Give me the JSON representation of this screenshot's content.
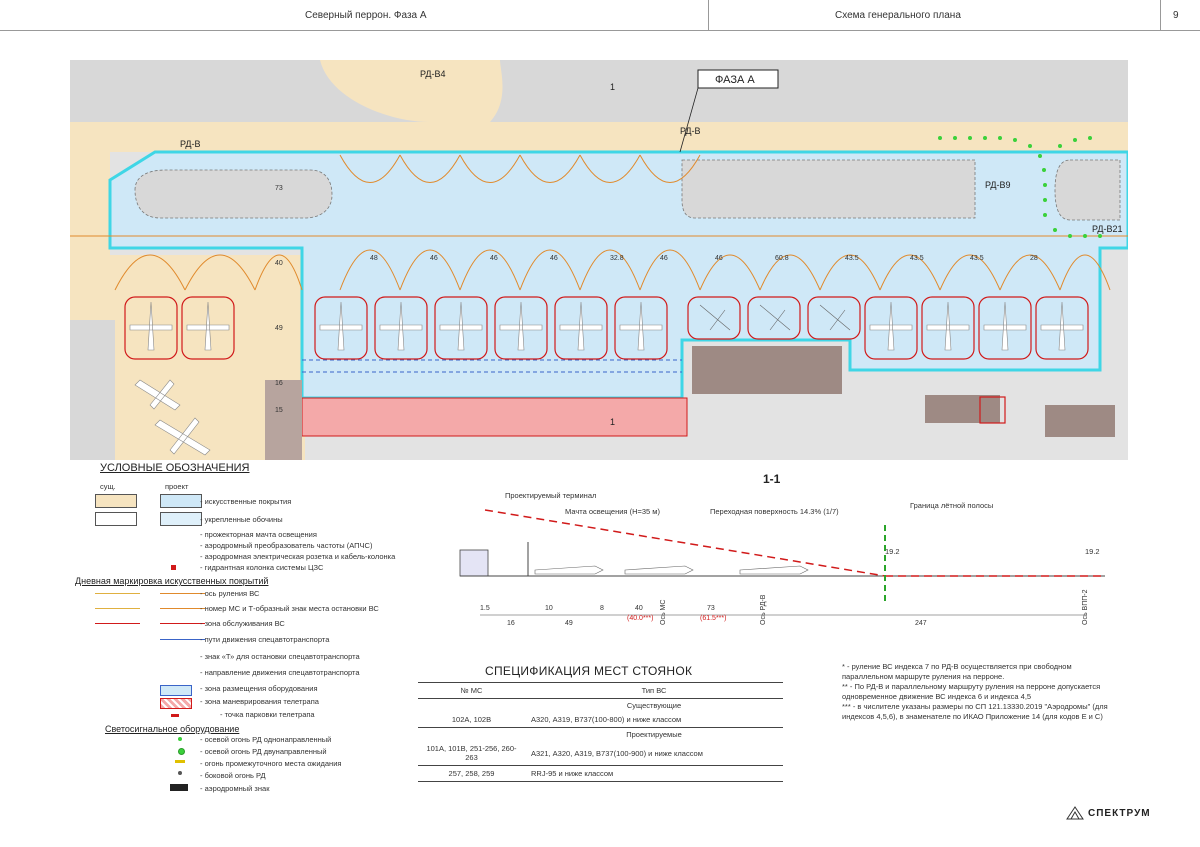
{
  "header": {
    "left": "Северный перрон. Фаза А",
    "center": "Схема генерального плана",
    "page": "9"
  },
  "plan": {
    "phase_label": "ФАЗА А",
    "taxi_labels": {
      "rdv4": "РД-В4",
      "rdv_left": "РД-В",
      "rdv_center": "РД-В",
      "rdv9": "РД-В9",
      "rdv21": "РД-В21"
    },
    "section_mark": "1",
    "dims_top": [
      "48",
      "46",
      "46",
      "46",
      "32.8",
      "46",
      "46",
      "60.8",
      "43.5",
      "43.5",
      "43.5",
      "28"
    ],
    "dims_side": [
      "73",
      "40",
      "49",
      "16",
      "15"
    ]
  },
  "legend": {
    "title": "УСЛОВНЫЕ ОБОЗНАЧЕНИЯ",
    "col_existing": "сущ.",
    "col_project": "проект",
    "rows": [
      "- искусственные покрытия",
      "- укрепленные обочины",
      "- прожекторная мачта освещения",
      "- аэродромный преобразователь частоты (АПЧС)",
      "- аэродромная электрическая розетка и кабель-колонка",
      "- гидрантная колонка системы ЦЗС"
    ],
    "marking_title": "Дневная маркировка искусственных покрытий",
    "marking_rows": [
      "- ось руления ВС",
      "- номер МС и Т-образный знак места остановки ВС",
      "- зона обслуживания ВС",
      "- пути движения спецавтотранспорта",
      "- знак «Т» для остановки спецавтотранспорта",
      "- направление движения спецавтотранспорта",
      "- зона размещения оборудования",
      "- зона маневрирования телетрапа",
      "- точка парковки телетрапа"
    ],
    "lights_title": "Светосигнальное оборудование",
    "lights_rows": [
      "- осевой огонь РД однонаправленный",
      "- осевой огонь РД двунаправленный",
      "- огонь промежуточного места ожидания",
      "- боковой огонь РД",
      "- аэродромный знак"
    ]
  },
  "section": {
    "title": "1-1",
    "labels": {
      "terminal": "Проектируемый терминал",
      "mast": "Мачта освещения (Н=35 м)",
      "surface": "Переходная поверхность 14.3% (1/7)",
      "strip": "Граница лётной полосы"
    },
    "values": [
      "19.2",
      "19.2"
    ],
    "axes": [
      "Ось МС",
      "Ось РД-В",
      "Ось ВПП-2"
    ],
    "dims": [
      "1.5",
      "16",
      "10",
      "49",
      "8",
      "40",
      "(40.0***)",
      "73",
      "(61.5***)",
      "247"
    ]
  },
  "spec": {
    "title": "СПЕЦИФИКАЦИЯ МЕСТ СТОЯНОК",
    "col1": "№ МС",
    "col2": "Тип ВС",
    "group_existing": "Существующие",
    "group_project": "Проектируемые",
    "rows": [
      {
        "ms": "102А, 102В",
        "type": "А320, А319, В737(100-800) и ниже классом"
      },
      {
        "ms": "101А, 101В, 251-256, 260-263",
        "type": "А321, А320, А319, В737(100-900) и ниже классом"
      },
      {
        "ms": "257, 258, 259",
        "type": "RRJ-95 и ниже классом"
      }
    ]
  },
  "notes": {
    "n1": "* - руление ВС индекса 7 по РД-В осуществляется при свободном",
    "n1b": "параллельном маршруте руления на перроне.",
    "n2": "** - По РД-В и параллельному маршруту руления на перроне допускается",
    "n2b": "одновременное движение ВС индекса 6 и индекса 4,5",
    "n3": "*** - в числителе указаны размеры по СП 121.13330.2019 \"Аэродромы\" (для",
    "n3b": "индексов 4,5,6), в знаменателе по ИКАО Приложение 14 (для кодов Е и С)"
  },
  "logo": "СПЕКТРУМ",
  "colors": {
    "apron": "#cfe8f7",
    "phase_border": "#3fd6e6",
    "existing": "#f6e4c0",
    "terminal": "#f4a9a9",
    "building": "#9e8a84",
    "grass": "#dcdcdc",
    "stand_line": "#e08a2c",
    "red": "#d11a1a"
  }
}
